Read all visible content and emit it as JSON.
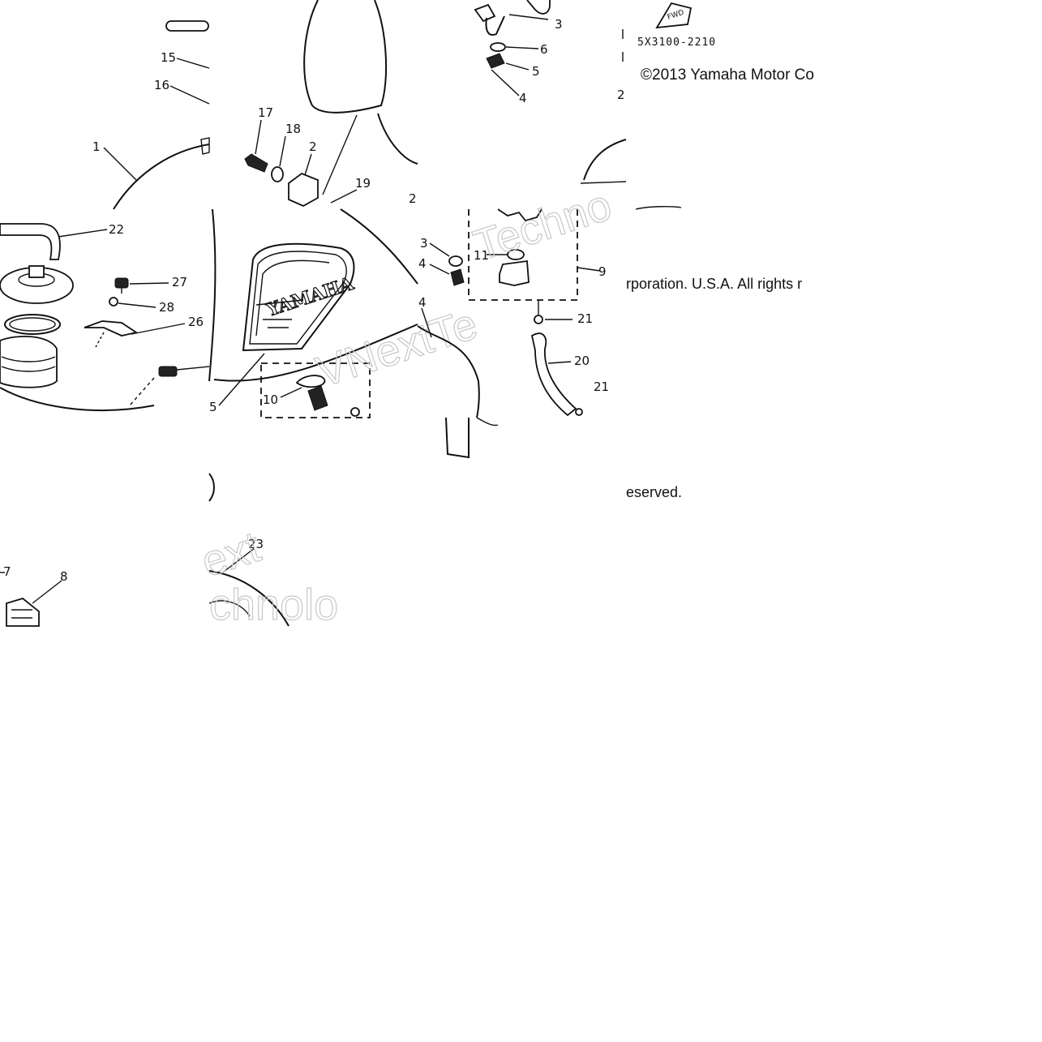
{
  "copyright": {
    "line1": "©2013 Yamaha Motor Co",
    "line2": "rporation. U.S.A. All rights r",
    "line3": "eserved."
  },
  "part_code": "5X3100-2210",
  "fwd_mark": "FWD",
  "brand_decal": "YAMAHA",
  "watermark": {
    "t1": "Techno",
    "t2": "VNextTe",
    "t3": "ext",
    "t4": "chnolo"
  },
  "callouts": {
    "c1": "1",
    "c2a": "2",
    "c2b": "2",
    "c2c": "2",
    "c3a": "3",
    "c3b": "3",
    "c4a": "4",
    "c4b": "4",
    "c4c": "4",
    "c5a": "5",
    "c5b": "5",
    "c6": "6",
    "c7": "7",
    "c8": "8",
    "c9": "9",
    "c10": "10",
    "c11": "11",
    "c15": "15",
    "c16": "16",
    "c17": "17",
    "c18": "18",
    "c19": "19",
    "c20": "20",
    "c21a": "21",
    "c21b": "21",
    "c22": "22",
    "c23": "23",
    "c26": "26",
    "c27": "27",
    "c28": "28"
  }
}
